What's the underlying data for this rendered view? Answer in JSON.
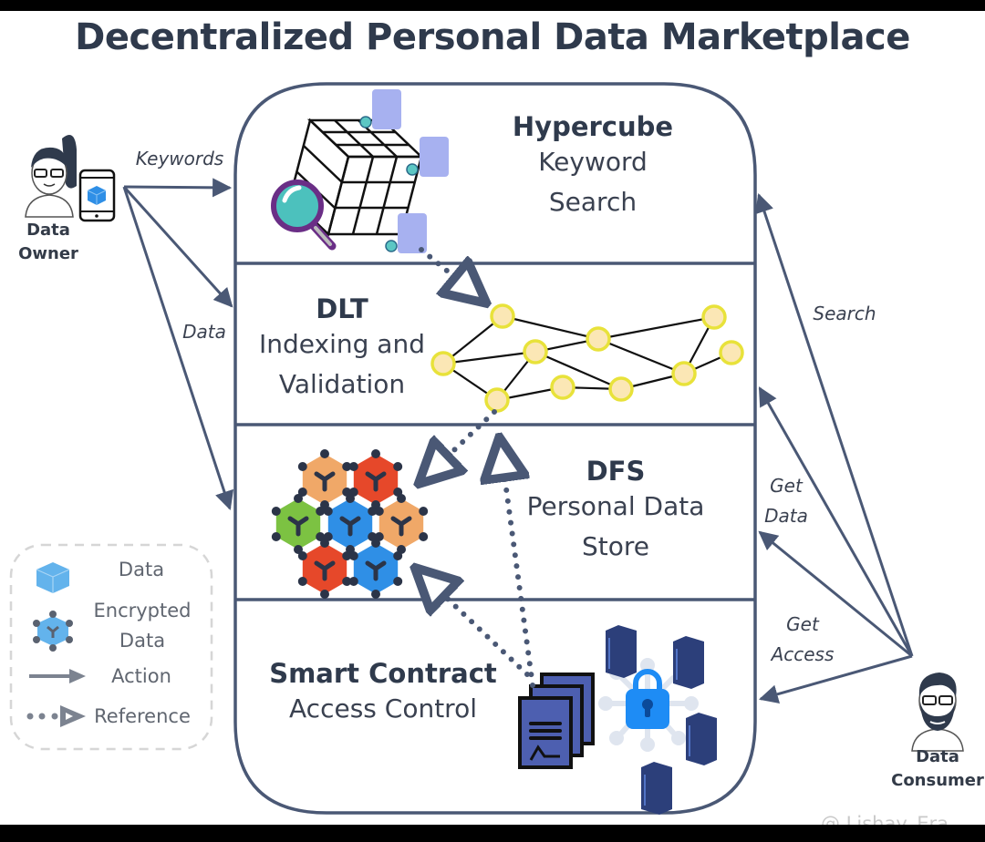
{
  "title": "Decentralized Personal Data Marketplace",
  "actors": {
    "owner": {
      "line1": "Data",
      "line2": "Owner",
      "icon": "person-with-ponytail-icon",
      "device_icon": "smartphone-icon"
    },
    "consumer": {
      "line1": "Data",
      "line2": "Consumer",
      "icon": "bearded-person-icon"
    }
  },
  "layers": [
    {
      "id": "hypercube",
      "title": "Hypercube",
      "sub1": "Keyword",
      "sub2": "Search",
      "icon": "hypercube-magnifier-icon"
    },
    {
      "id": "dlt",
      "title": "DLT",
      "sub1": "Indexing and",
      "sub2": "Validation",
      "icon": "node-network-icon"
    },
    {
      "id": "dfs",
      "title": "DFS",
      "sub1": "Personal Data",
      "sub2": "Store",
      "icon": "encrypted-cube-cluster-icon"
    },
    {
      "id": "smart-contract",
      "title": "Smart Contract",
      "sub1": "Access Control",
      "icon": "contract-documents-lock-servers-icon"
    }
  ],
  "edges": {
    "owner_keywords": "Keywords",
    "owner_data": "Data",
    "consumer_search": "Search",
    "consumer_get_data_1": "Get",
    "consumer_get_data_2": "Data",
    "consumer_get_access_1": "Get",
    "consumer_get_access_2": "Access"
  },
  "legend": {
    "items": [
      {
        "label": "Data",
        "icon": "data-cube-icon"
      },
      {
        "label1": "Encrypted",
        "label2": "Data",
        "icon": "encrypted-data-cube-icon"
      },
      {
        "label": "Action",
        "icon": "solid-arrow-icon"
      },
      {
        "label": "Reference",
        "icon": "dotted-arrow-icon"
      }
    ]
  },
  "colors": {
    "ink": "#4a5875",
    "text": "#2f3a4c",
    "node_fill": "#fbe7b5",
    "node_stroke": "#e8e23a",
    "cube_blue": "#2f8fe6",
    "cube_orange": "#f0a868",
    "cube_red": "#e6482a",
    "cube_green": "#7cc242",
    "lock_blue": "#1e8cf5",
    "server_navy": "#2c3f7a",
    "doc_blue": "#4d5fb0"
  },
  "watermark": "@ Lishay_Era"
}
